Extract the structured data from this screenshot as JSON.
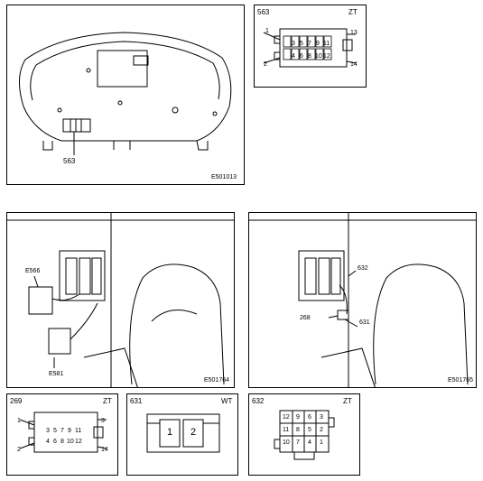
{
  "panels": {
    "cluster": {
      "code": "E501013",
      "callout": "563"
    },
    "c563": {
      "id": "563",
      "tag": "ZT",
      "pins": [
        "1",
        "3",
        "5",
        "7",
        "9",
        "11",
        "13",
        "2",
        "4",
        "6",
        "8",
        "10",
        "12",
        "14"
      ],
      "cells_top": [
        "3",
        "5",
        "7",
        "9",
        "11"
      ],
      "cells_bottom": [
        "4",
        "6",
        "8",
        "10",
        "12"
      ]
    },
    "left_view": {
      "code": "E501764",
      "callout_a": "E566",
      "callout_b": "E581"
    },
    "right_view": {
      "code": "E501765",
      "callout_a": "632",
      "callout_b": "268",
      "callout_c": "631"
    },
    "c269": {
      "id": "269",
      "tag": "ZT",
      "pins": [
        "1",
        "3",
        "2",
        "14"
      ],
      "cells_top": [
        "3",
        "5",
        "7",
        "9",
        "11"
      ],
      "cells_bottom": [
        "4",
        "6",
        "8",
        "10",
        "12"
      ]
    },
    "c631": {
      "id": "631",
      "tag": "WT",
      "cells": [
        "1",
        "2"
      ]
    },
    "c632": {
      "id": "632",
      "tag": "ZT",
      "cells": [
        "12",
        "9",
        "6",
        "3",
        "11",
        "8",
        "5",
        "2",
        "10",
        "7",
        "4",
        "1"
      ]
    }
  }
}
